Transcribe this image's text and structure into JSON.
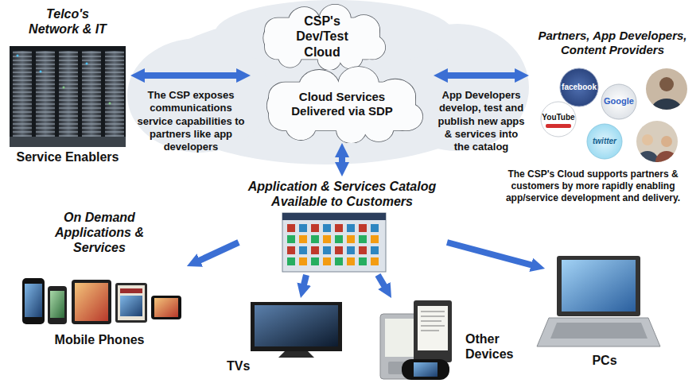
{
  "diagram": {
    "nodes": [
      {
        "text": [
          "Telco's Network & IT",
          "Service Enablers"
        ]
      },
      {
        "text": [
          "CSP's Dev/Test Cloud"
        ]
      },
      {
        "text": [
          "Cloud Services Delivered via SDP"
        ]
      },
      {
        "text": [
          "Partners, App Developers, Content Providers"
        ]
      },
      {
        "text": [
          "Application & Services Catalog Available to Customers"
        ]
      },
      {
        "text": [
          "On Demand Applications & Services",
          "Mobile Phones"
        ]
      },
      {
        "text": [
          "TVs"
        ]
      },
      {
        "text": [
          "Other Devices"
        ]
      },
      {
        "text": [
          "PCs"
        ]
      }
    ],
    "edges": [
      {
        "from": 0,
        "to": 2,
        "arrow": "both"
      },
      {
        "from": 2,
        "to": 3,
        "arrow": "both"
      },
      {
        "from": 2,
        "to": 4,
        "arrow": "both"
      },
      {
        "from": 4,
        "to": 5,
        "arrow": "to"
      },
      {
        "from": 4,
        "to": 6,
        "arrow": "to"
      },
      {
        "from": 4,
        "to": 7,
        "arrow": "to"
      },
      {
        "from": 4,
        "to": 8,
        "arrow": "to"
      }
    ],
    "labels": [
      "The CSP exposes communications service capabilities to partners like app developers",
      "App Developers develop, test and publish new apps & services into the catalog",
      "The CSP's Cloud supports partners & customers by more rapidly enabling app/service development and delivery.",
      "facebook",
      "Google",
      "YouTube",
      "twitter"
    ]
  }
}
